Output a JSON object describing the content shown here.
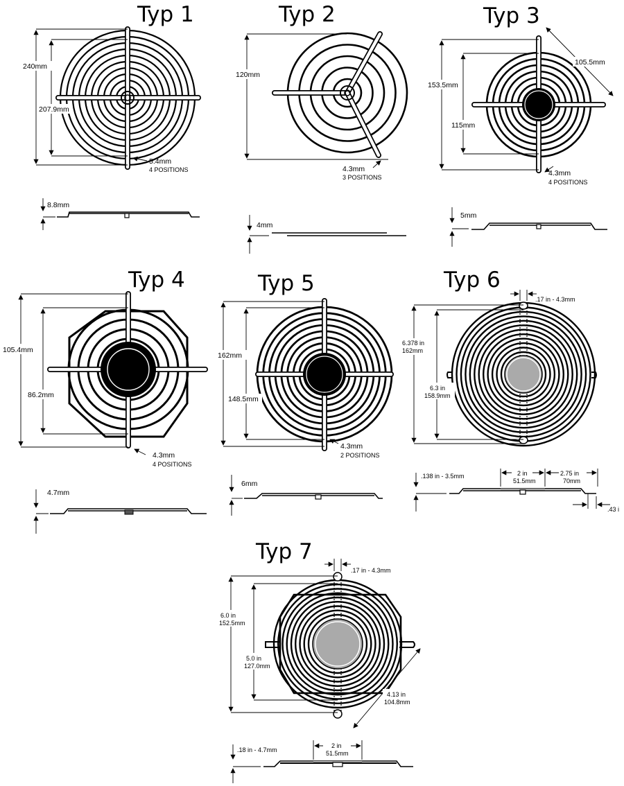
{
  "types": [
    {
      "title": "Typ 1",
      "dims": {
        "outer": "240mm",
        "inner": "207.9mm"
      },
      "hole": {
        "size": "5.4mm",
        "positions": "4 POSITIONS"
      },
      "profile": {
        "thickness": "8.8mm"
      }
    },
    {
      "title": "Typ 2",
      "dims": {
        "outer": "120mm"
      },
      "hole": {
        "size": "4.3mm",
        "positions": "3 POSITIONS"
      },
      "profile": {
        "thickness": "4mm"
      }
    },
    {
      "title": "Typ 3",
      "dims": {
        "outer": "153.5mm",
        "inner": "115mm",
        "diagonal": "105.5mm"
      },
      "hole": {
        "size": "4.3mm",
        "positions": "4 POSITIONS"
      },
      "profile": {
        "thickness": "5mm"
      }
    },
    {
      "title": "Typ 4",
      "dims": {
        "outer": "105.4mm",
        "inner": "86.2mm"
      },
      "hole": {
        "size": "4.3mm",
        "positions": "4 POSITIONS"
      },
      "profile": {
        "thickness": "4.7mm"
      }
    },
    {
      "title": "Typ 5",
      "dims": {
        "outer": "162mm",
        "inner": "148.5mm"
      },
      "hole": {
        "size": "4.3mm",
        "positions": "2 POSITIONS"
      },
      "profile": {
        "thickness": "6mm"
      }
    },
    {
      "title": "Typ 6",
      "dims": {
        "outer_in": "6.378 in",
        "outer_mm": "162mm",
        "inner_in": "6.3 in",
        "inner_mm": "158.9mm",
        "tab": ".17 in - 4.3mm"
      },
      "profile": {
        "thickness": ".138 in - 3.5mm",
        "center_in": "2 in",
        "center_mm": "51.5mm",
        "span_in": "2.75 in",
        "span_mm": "70mm",
        "edge": ".43 i"
      }
    },
    {
      "title": "Typ 7",
      "dims": {
        "outer_in": "6.0 in",
        "outer_mm": "152.5mm",
        "inner_in": "5.0 in",
        "inner_mm": "127.0mm",
        "tab": ".17 in - 4.3mm",
        "diag_in": "4.13 in",
        "diag_mm": "104.8mm"
      },
      "profile": {
        "thickness": ".18 in - 4.7mm",
        "center_in": "2 in",
        "center_mm": "51.5mm"
      }
    }
  ],
  "colors": {
    "ink": "#000000",
    "hub_gray": "#aaaaaa",
    "background": "#ffffff"
  }
}
